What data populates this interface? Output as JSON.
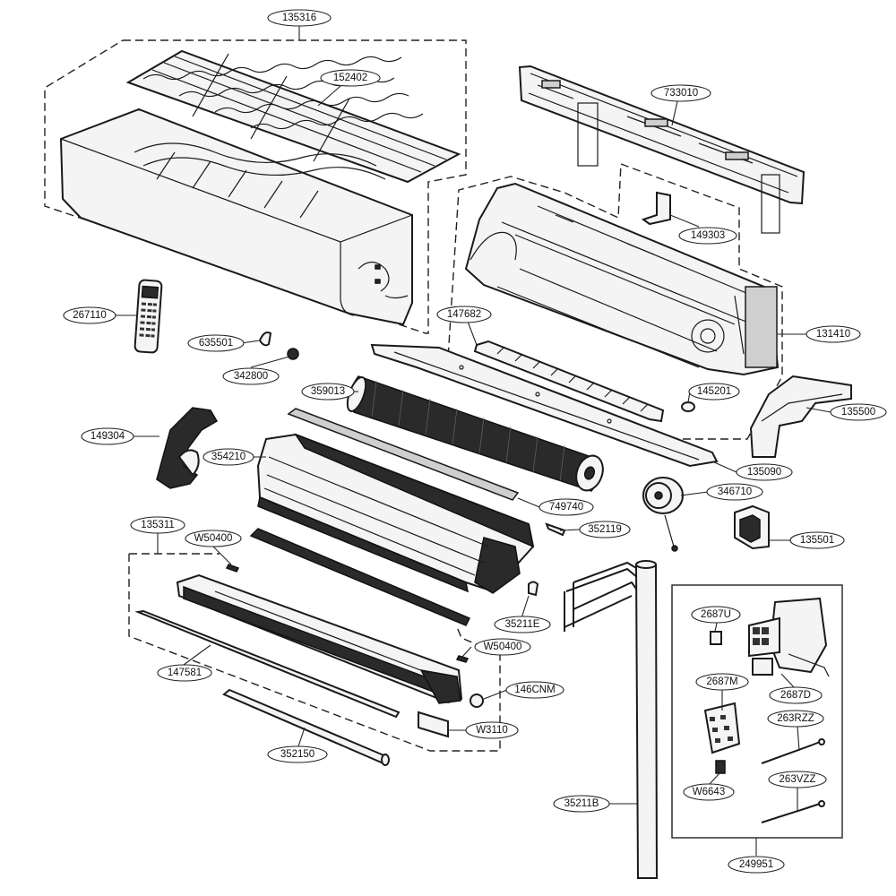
{
  "labels": {
    "l135316": "135316",
    "l152402": "152402",
    "l733010": "733010",
    "l149303": "149303",
    "l267110": "267110",
    "l147682": "147682",
    "l131410": "131410",
    "l635501": "635501",
    "l342800": "342800",
    "l359013": "359013",
    "l145201": "145201",
    "l135500": "135500",
    "l149304": "149304",
    "l354210": "354210",
    "l135090": "135090",
    "l346710": "346710",
    "l749740": "749740",
    "l352119": "352119",
    "l135311": "135311",
    "l135501": "135501",
    "lW50400a": "W50400",
    "l35211E": "35211E",
    "l2687U": "2687U",
    "lW50400b": "W50400",
    "l147581": "147581",
    "l146CNM": "146CNM",
    "l2687M": "2687M",
    "l2687D": "2687D",
    "lW3110": "W3110",
    "l263RZZ": "263RZZ",
    "l352150": "352150",
    "lW6643": "W6643",
    "l263VZZ": "263VZZ",
    "l35211B": "35211B",
    "l249951": "249951"
  }
}
